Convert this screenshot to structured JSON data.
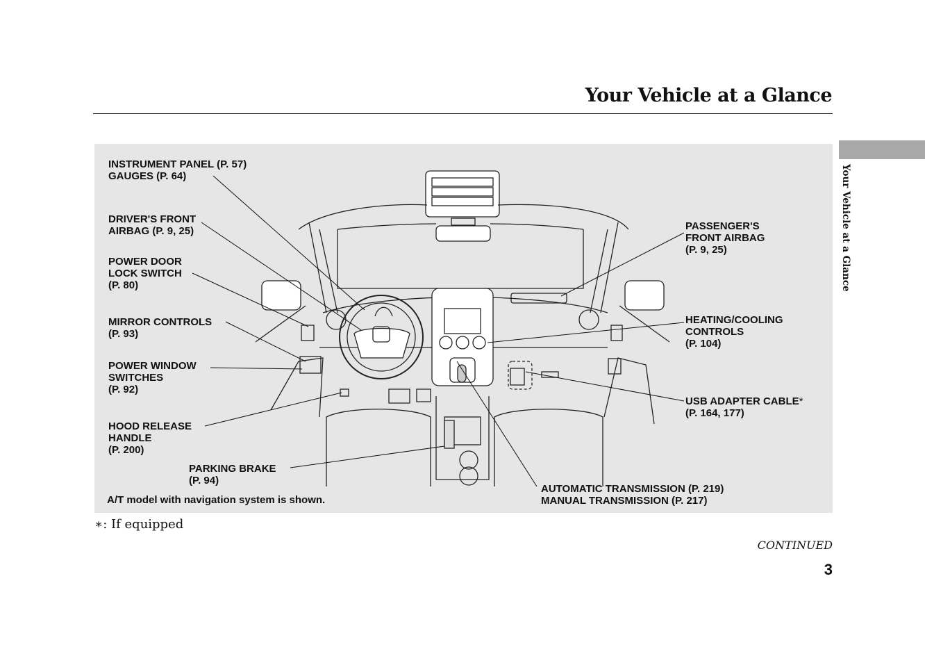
{
  "header": {
    "title": "Your Vehicle at a Glance",
    "side_tab": "Your Vehicle at a Glance"
  },
  "labels": {
    "instrument_panel": [
      "INSTRUMENT PANEL (P. 57)",
      "GAUGES (P. 64)"
    ],
    "drivers_airbag": [
      "DRIVER'S FRONT",
      "AIRBAG (P. 9, 25)"
    ],
    "door_lock": [
      "POWER DOOR",
      "LOCK SWITCH",
      "(P. 80)"
    ],
    "mirror_controls": [
      "MIRROR CONTROLS",
      "(P. 93)"
    ],
    "power_window": [
      "POWER WINDOW",
      "SWITCHES",
      "(P. 92)"
    ],
    "hood_release": [
      "HOOD RELEASE",
      "HANDLE",
      "(P. 200)"
    ],
    "parking_brake": [
      "PARKING BRAKE",
      "(P. 94)"
    ],
    "passenger_airbag": [
      "PASSENGER'S",
      "FRONT AIRBAG",
      "(P. 9, 25)"
    ],
    "heating_cooling": [
      "HEATING/COOLING",
      "CONTROLS",
      "(P. 104)"
    ],
    "usb_adapter": [
      "USB ADAPTER CABLE",
      "(P. 164, 177)"
    ],
    "usb_asterisk": "*",
    "transmission": [
      "AUTOMATIC TRANSMISSION (P. 219)",
      "MANUAL TRANSMISSION (P. 217)"
    ]
  },
  "note": "A/T model with navigation system is shown.",
  "footnote": "∗: If equipped",
  "continued": "CONTINUED",
  "page_number": "3"
}
